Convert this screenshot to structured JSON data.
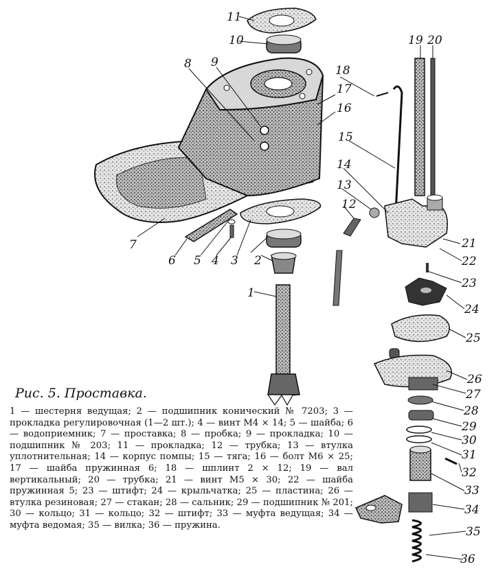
{
  "caption": "Рис. 5. Проставка.",
  "legend": "1 — шестерня ведущая; 2 — подшипник конический № 7203; 3 — прокладка регулировочная (1—2 шт.); 4 — винт М4 × 14; 5 — шайба; 6 — водоприемник; 7 — проставка; 8 — пробка; 9 — прокладка; 10 — подшипник № 203; 11 — прокладка; 12 — трубка; 13 — втулка уплотнительная; 14 — корпус помпы; 15 — тяга; 16 — болт М6 × 25; 17 — шайба пружинная 6; 18 — шплинт 2 × 12; 19 — вал вертикальный; 20 — трубка; 21 — винт М5 × 30; 22 — шайба пружинная 5; 23 — штифт; 24 — крыльчатка; 25 — пластина; 26 — втулка резиновая; 27 — стакан; 28 — сальник; 29 — подшипник № 201; 30 — кольцо; 31 — кольцо; 32 — штифт; 33 — муфта ведущая; 34 — муфта ведомая; 35 — вилка; 36 — пружина.",
  "labels": [
    "1",
    "2",
    "3",
    "4",
    "5",
    "6",
    "7",
    "8",
    "9",
    "10",
    "11",
    "12",
    "13",
    "14",
    "15",
    "16",
    "17",
    "18",
    "19",
    "20",
    "21",
    "22",
    "23",
    "24",
    "25",
    "26",
    "27",
    "28",
    "29",
    "30",
    "31",
    "32",
    "33",
    "34",
    "35",
    "36"
  ]
}
